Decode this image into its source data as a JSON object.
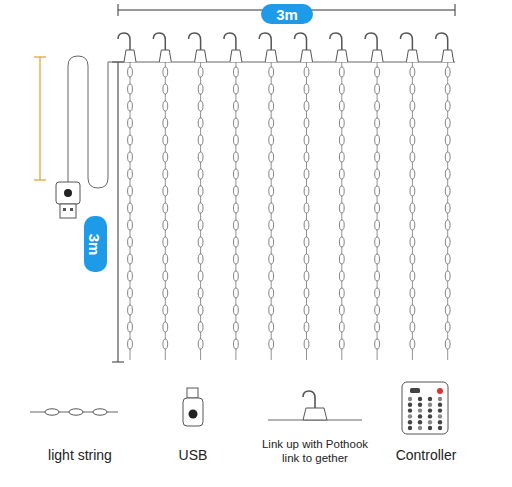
{
  "diagram": {
    "nodes": [
      {
        "text": [
          "3m"
        ]
      },
      {
        "text": [
          "3m"
        ]
      }
    ],
    "labels": [
      "light string",
      "USB",
      "Link up with Pothook link to gether",
      "Controller"
    ]
  }
}
